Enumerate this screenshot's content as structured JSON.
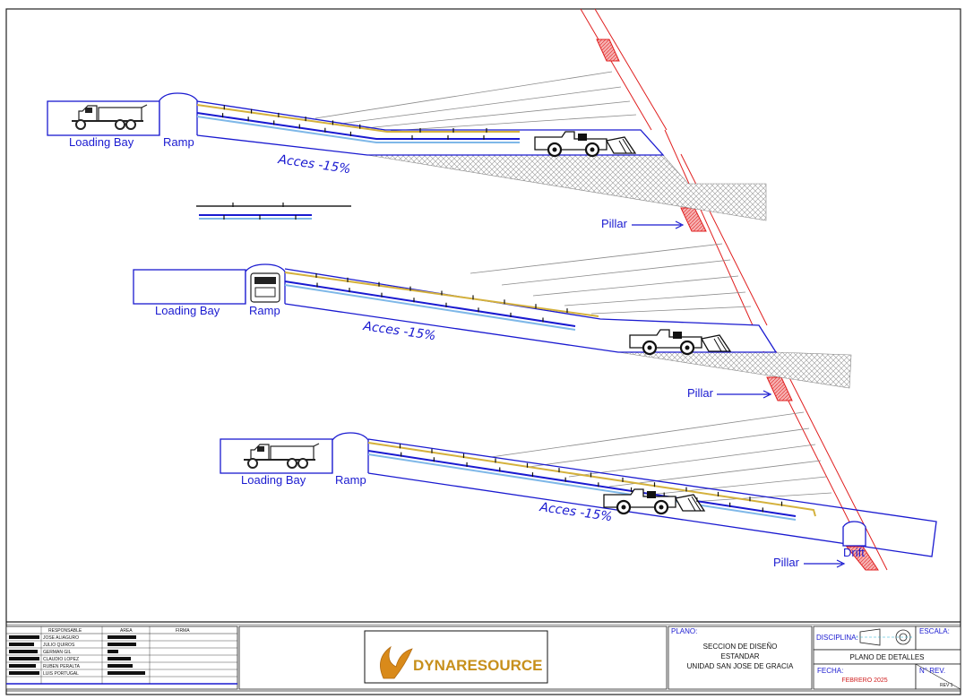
{
  "levels": [
    {
      "loading_bay": "Loading Bay",
      "ramp": "Ramp",
      "access": "Acces -15%",
      "pillar": "Pillar"
    },
    {
      "loading_bay": "Loading Bay",
      "ramp": "Ramp",
      "access": "Acces -15%",
      "pillar": "Pillar"
    },
    {
      "loading_bay": "Loading Bay",
      "ramp": "Ramp",
      "access": "Acces -15%",
      "pillar": "Pillar",
      "drift": "Drift"
    }
  ],
  "title_block": {
    "headers": {
      "responsable": "RESPONSABLE",
      "area": "AREA",
      "firma": "FIRMA"
    },
    "responsables": [
      "JOSE ALIAGURO",
      "JULIO QUIROS",
      "GERMAN GIL",
      "CLAUDIO LOPEZ",
      "RUBEN PERALTA",
      "LUIS PORTUGAL"
    ],
    "logo_text": "DYNARESOURCE",
    "plano_label": "PLANO:",
    "plano_lines": [
      "SECCION DE DISEÑO",
      "ESTANDAR",
      "UNIDAD SAN JOSE DE GRACIA"
    ],
    "disciplina_label": "DISCIPLINA:",
    "escala_label": "ESCALA:",
    "plano_detalles": "PLANO DE DETALLES",
    "fecha_label": "FECHA:",
    "fecha_value": "FEBRERO 2025",
    "nrev_label": "N° REV.",
    "rev_value": "REV 1"
  },
  "colors": {
    "blue": "#1a1ad0",
    "red": "#e02020",
    "yellow": "#d4b13c",
    "lightblue": "#7fb8e8"
  }
}
